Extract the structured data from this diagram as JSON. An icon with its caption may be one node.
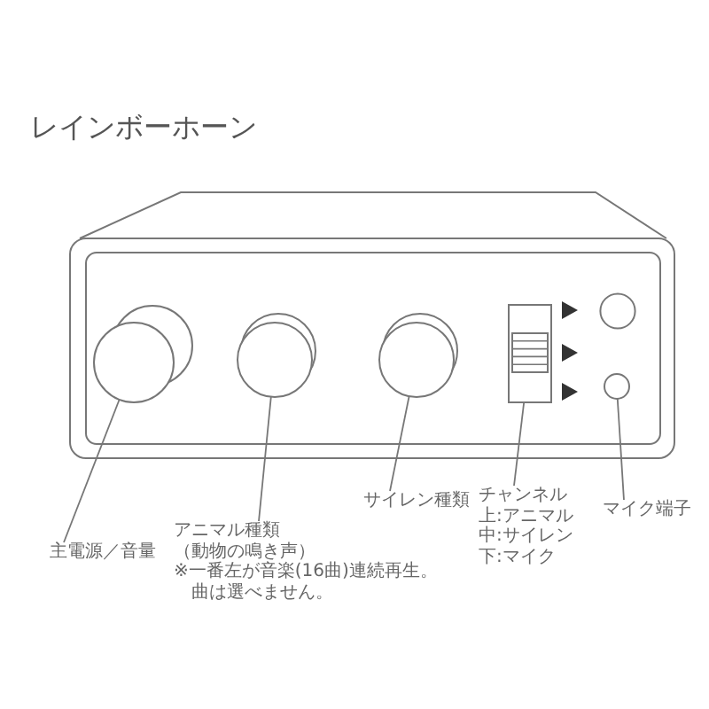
{
  "diagram": {
    "title": "レインボーホーン",
    "nodes": [
      {
        "text": [],
        "shape": "circle"
      },
      {
        "text": [],
        "shape": "circle"
      },
      {
        "text": [],
        "shape": "circle"
      },
      {
        "text": [],
        "shape": "box"
      },
      {
        "text": [],
        "shape": "circle"
      },
      {
        "text": [
          "主電源／音量"
        ]
      },
      {
        "text": [
          "アニマル種類",
          "（動物の鳴き声）",
          "※一番左が音楽(16曲)連続再生。曲は選べません。"
        ]
      },
      {
        "text": [
          "サイレン種類"
        ]
      },
      {
        "text": [
          "チャンネル",
          "上:アニマル",
          "中:サイレン",
          "下:マイク"
        ]
      },
      {
        "text": [
          "マイク端子"
        ]
      }
    ],
    "edges": [
      {
        "from": 5,
        "to": 0,
        "arrow": "none"
      },
      {
        "from": 6,
        "to": 1,
        "arrow": "none"
      },
      {
        "from": 7,
        "to": 2,
        "arrow": "none"
      },
      {
        "from": 8,
        "to": 3,
        "arrow": "none"
      },
      {
        "from": 9,
        "to": 4,
        "arrow": "none"
      }
    ]
  }
}
